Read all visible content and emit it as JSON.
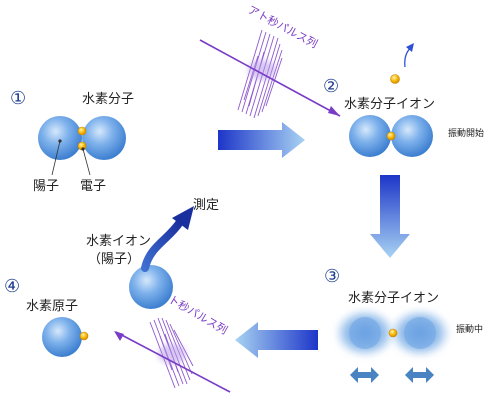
{
  "stage1": {
    "number": "①",
    "title": "水素分子",
    "label_proton": "陽子",
    "label_electron": "電子"
  },
  "stage2": {
    "number": "②",
    "title": "水素分子イオン",
    "note": "振動開始"
  },
  "stage3": {
    "number": "③",
    "title": "水素分子イオン",
    "note": "振動中"
  },
  "stage4": {
    "number": "④",
    "title": "水素原子",
    "ion_title": "水素イオン",
    "ion_subtitle": "（陽子）",
    "measure": "測定"
  },
  "pulses": {
    "top_label": "アト秒パルス列",
    "bottom_label": "アト秒パルス列"
  },
  "colors": {
    "sphere": "#5b9ae0",
    "arrow": "#2f4fd8",
    "pulse": "#7a3cc6",
    "number": "#1f3f8f",
    "electron": "#f5b400",
    "double_arrow": "#4a83c2"
  }
}
